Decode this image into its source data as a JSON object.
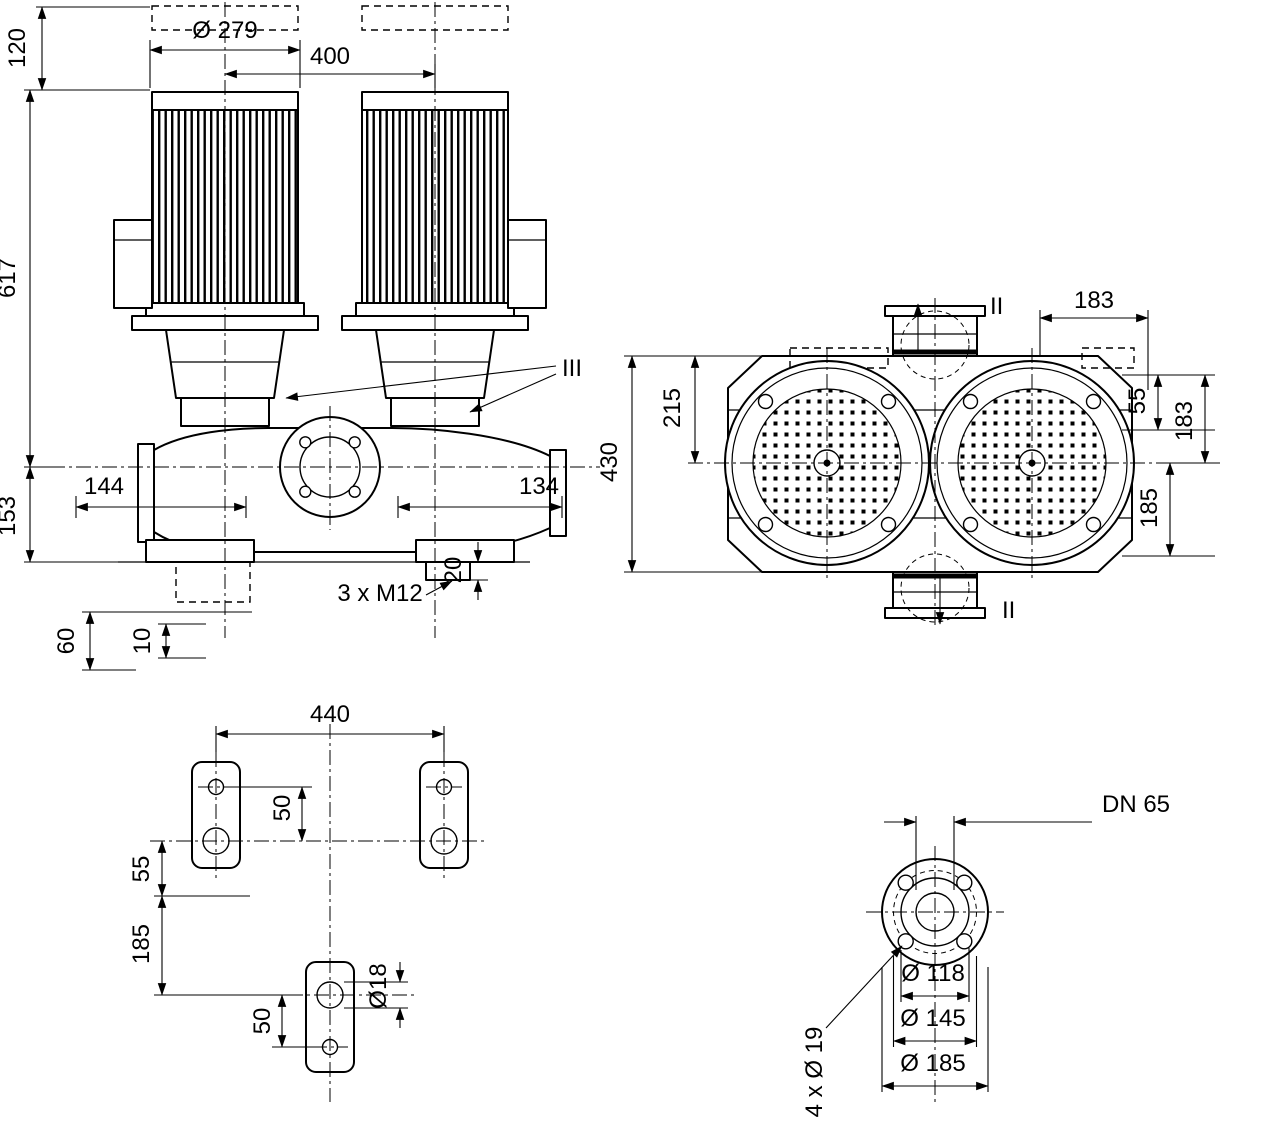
{
  "front": {
    "d120": "120",
    "d279": "Ø 279",
    "d400": "400",
    "d617": "617",
    "d153": "153",
    "d144": "144",
    "d134": "134",
    "d20": "20",
    "dM12": "3 x M12",
    "d60": "60",
    "d10": "10",
    "secIII": "III"
  },
  "top": {
    "d183h": "183",
    "d215": "215",
    "d430": "430",
    "d55": "55",
    "d183v": "183",
    "d185": "185",
    "secIItop": "II",
    "secIIbot": "II"
  },
  "base": {
    "d440": "440",
    "d50a": "50",
    "d55": "55",
    "d185": "185",
    "d50b": "50",
    "d18": "Ø18"
  },
  "flange": {
    "dn": "DN 65",
    "d118": "Ø 118",
    "d145": "Ø 145",
    "d185": "Ø 185",
    "dbolt": "4 x Ø 19"
  },
  "colors": {
    "line": "#000000",
    "background": "#ffffff"
  }
}
